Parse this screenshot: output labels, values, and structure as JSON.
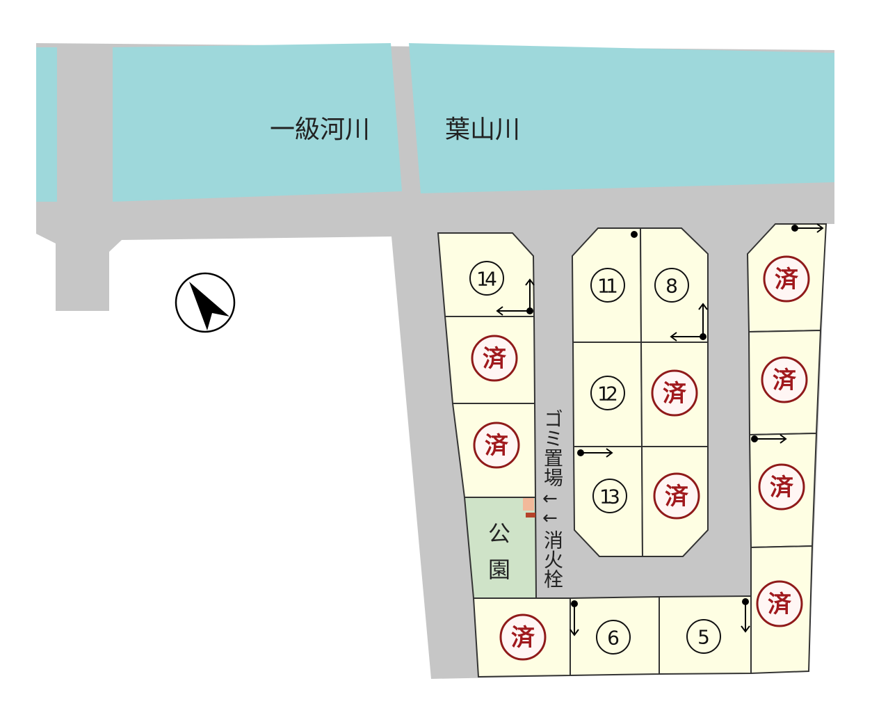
{
  "river": {
    "class_label": "一級河川",
    "name": "葉山川"
  },
  "compass": {
    "icon": "north-arrow-icon"
  },
  "lots": [
    {
      "id": "lot-14",
      "label": "14",
      "sold": false
    },
    {
      "id": "lot-left-2",
      "label": "済",
      "sold": true
    },
    {
      "id": "lot-left-3",
      "label": "済",
      "sold": true
    },
    {
      "id": "lot-11",
      "label": "11",
      "sold": false
    },
    {
      "id": "lot-8",
      "label": "8",
      "sold": false
    },
    {
      "id": "lot-12",
      "label": "12",
      "sold": false
    },
    {
      "id": "lot-center-r2",
      "label": "済",
      "sold": true
    },
    {
      "id": "lot-13",
      "label": "13",
      "sold": false
    },
    {
      "id": "lot-center-r3",
      "label": "済",
      "sold": true
    },
    {
      "id": "lot-right-1",
      "label": "済",
      "sold": true
    },
    {
      "id": "lot-right-2",
      "label": "済",
      "sold": true
    },
    {
      "id": "lot-right-3",
      "label": "済",
      "sold": true
    },
    {
      "id": "lot-right-4",
      "label": "済",
      "sold": true
    },
    {
      "id": "lot-bottom-1",
      "label": "済",
      "sold": true
    },
    {
      "id": "lot-6",
      "label": "6",
      "sold": false
    },
    {
      "id": "lot-5",
      "label": "5",
      "sold": false
    }
  ],
  "park": {
    "char1": "公",
    "char2": "園"
  },
  "facilities": {
    "garbage": "ゴミ置場",
    "arrow1": "←",
    "arrow2": "←",
    "hydrant": "消火栓"
  },
  "colors": {
    "river": "#9ed8db",
    "road": "#c6c6c6",
    "lot": "#fefee3",
    "park": "#cfe3c8",
    "sold": "#a0191d"
  }
}
